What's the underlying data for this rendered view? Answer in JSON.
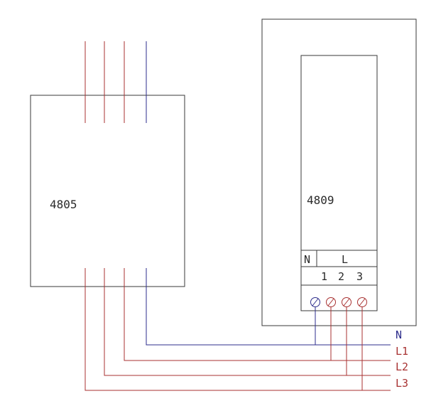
{
  "colors": {
    "background": "#ffffff",
    "outline": "#3a3a3a",
    "neutral_wire": "#2e2e8c",
    "phase_wire": "#a83232"
  },
  "device_4805": {
    "label": "4805"
  },
  "device_4809": {
    "label": "4809"
  },
  "terminal_header": {
    "neutral": "N",
    "phase": "L"
  },
  "terminal_numbers": [
    "1",
    "2",
    "3"
  ],
  "terminals": [
    {
      "name": "terminal-n",
      "wire": "neutral"
    },
    {
      "name": "terminal-1",
      "wire": "phase"
    },
    {
      "name": "terminal-2",
      "wire": "phase"
    },
    {
      "name": "terminal-3",
      "wire": "phase"
    }
  ],
  "line_labels": [
    "N",
    "L1",
    "L2",
    "L3"
  ]
}
